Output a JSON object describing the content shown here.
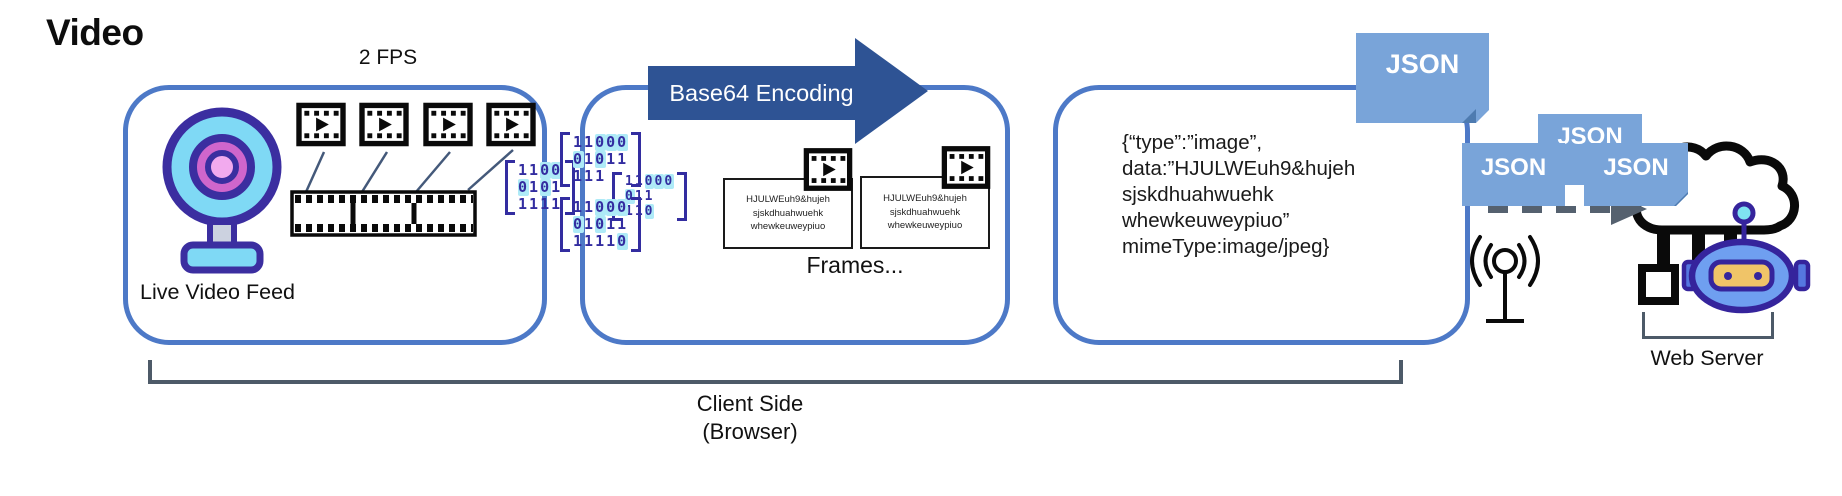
{
  "title": "Video",
  "fps_label": "2 FPS",
  "box1": {
    "label": "Live Video Feed"
  },
  "binary": {
    "blocks": [
      {
        "rows": [
          "1100",
          "0101",
          "1111"
        ]
      },
      {
        "rows": [
          "11000",
          "01011",
          "111"
        ]
      },
      {
        "rows": [
          "11000",
          "011",
          "110"
        ]
      },
      {
        "rows": [
          "11000",
          "01011",
          "11110"
        ]
      }
    ]
  },
  "arrow": {
    "label": "Base64 Encoding"
  },
  "box2": {
    "frames_label": "Frames...",
    "cards": [
      {
        "text_lines": [
          "HJULWEuh9&hujeh",
          "sjskdhuahwuehk",
          "whewkeuweypiuo"
        ]
      },
      {
        "text_lines": [
          "HJULWEuh9&hujeh",
          "sjskdhuahwuehk",
          "whewkeuweypiuo"
        ]
      }
    ]
  },
  "box3": {
    "json_lines": [
      "{“type”:”image”,",
      "data:”HJULWEuh9&hujeh",
      "sjskdhuahwuehk",
      "whewkeuweypiuo”",
      "mimeType:image/jpeg}"
    ]
  },
  "badges": {
    "big": "JSON",
    "top": "JSON",
    "left": "JSON",
    "right": "JSON"
  },
  "server": {
    "label": "Web Server"
  },
  "client": {
    "line1": "Client Side",
    "line2": "(Browser)"
  },
  "colors": {
    "box_border": "#4d79c7",
    "arrow_fill": "#2e5394",
    "badge_fill": "#79a4d9",
    "binary_ink": "#332da0",
    "bracket_ink": "#4d5a68",
    "webcam_body": "#7fd9f5",
    "webcam_ring": "#cf66cc",
    "robot_fill": "#6f9ff0",
    "visor_fill": "#f0c468"
  }
}
